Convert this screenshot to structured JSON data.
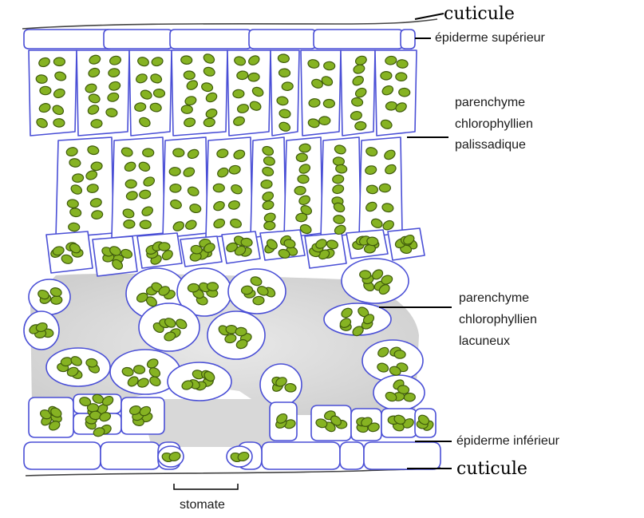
{
  "labels": {
    "cuticle_top": "cuticule",
    "upper_epidermis": "épiderme supérieur",
    "palisade": [
      "parenchyme",
      "chlorophyllien",
      "palissadique"
    ],
    "spongy": [
      "parenchyme",
      "chlorophyllien",
      "lacuneux"
    ],
    "lower_epidermis": "épiderme inférieur",
    "cuticle_bottom": "cuticule",
    "stomate": "stomate"
  },
  "colors": {
    "cell_wall": "#4a4fd6",
    "cell_fill": "#ffffff",
    "chloroplast": "#86b322",
    "chloroplast_stroke": "#3f5b0c",
    "air_space": "#dcdcdc",
    "leader_line": "#000000"
  }
}
